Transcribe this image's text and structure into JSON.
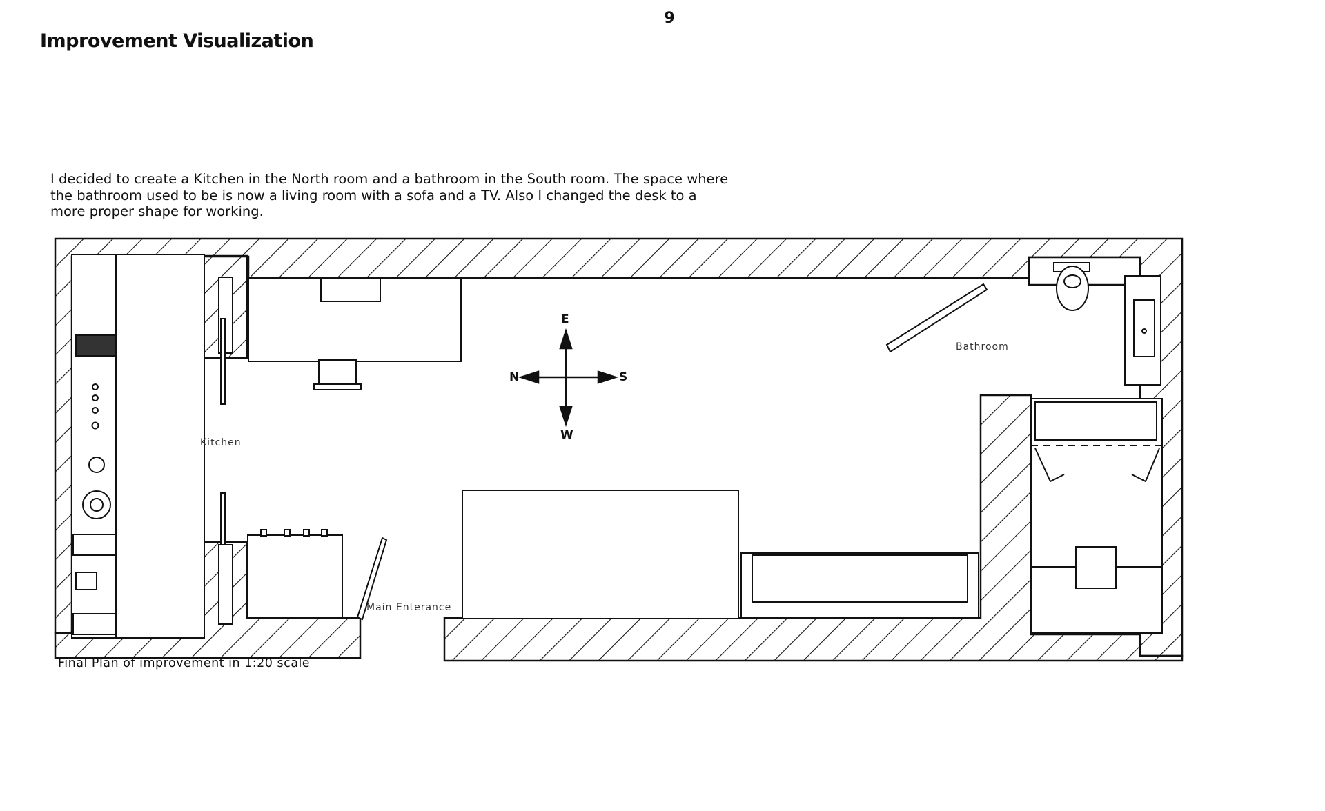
{
  "page": {
    "number": "9",
    "title": "Improvement Visualization",
    "intro_lines": [
      "I decided to create a Kitchen in the North room  and a bathroom in the South room. The space where",
      "the bathroom used to be is now a living room with a sofa and a TV.  Also I changed the desk to a",
      "more proper shape for working."
    ],
    "caption": "Final Plan of improvement in 1:20 scale"
  },
  "plan": {
    "room_labels": {
      "kitchen": "Kitchen",
      "bathroom": "Bathroom",
      "main_entrance": "Main Enterance"
    },
    "compass": {
      "east": "E",
      "north": "N",
      "south": "S",
      "west": "W"
    },
    "colors": {
      "line": "#111111",
      "background": "#ffffff"
    }
  }
}
